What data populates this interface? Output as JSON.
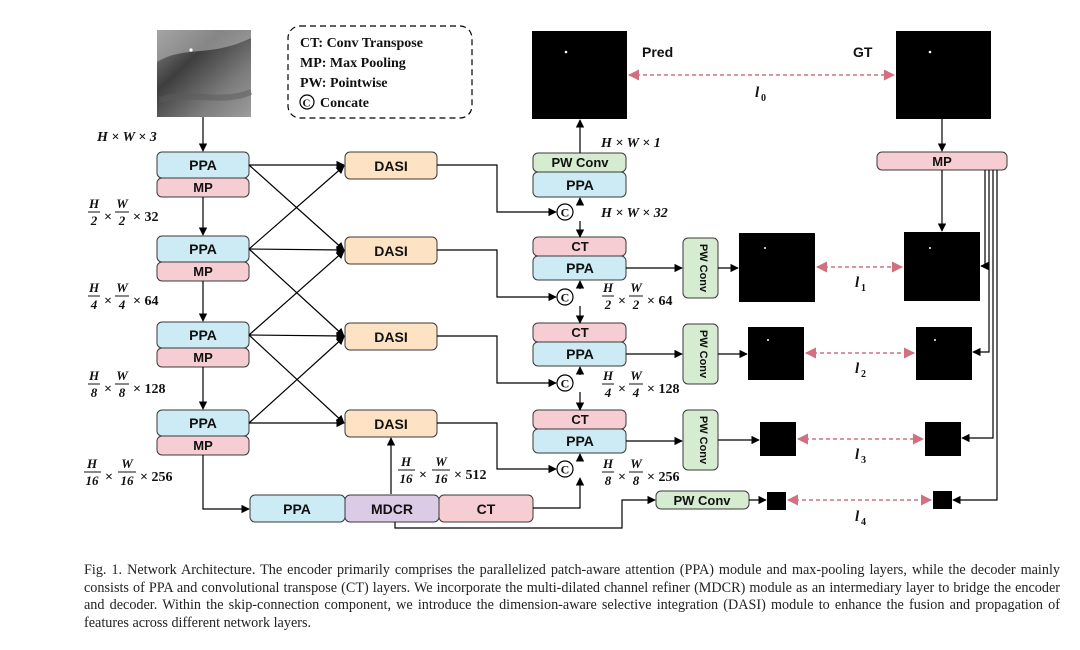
{
  "legend": {
    "ct": "CT: Conv Transpose",
    "mp": "MP: Max Pooling",
    "pw": "PW: Pointwise",
    "concat_symbol": "C",
    "concat": "Concate"
  },
  "blocks": {
    "ppa": "PPA",
    "mp": "MP",
    "dasi": "DASI",
    "mdcr": "MDCR",
    "ct": "CT",
    "pw_conv": "PW Conv",
    "pw_conv_vertical": "PW Conv",
    "concat": "C"
  },
  "labels": {
    "pred": "Pred",
    "gt": "GT"
  },
  "losses": [
    {
      "base": "l",
      "sub": "0"
    },
    {
      "base": "l",
      "sub": "1"
    },
    {
      "base": "l",
      "sub": "2"
    },
    {
      "base": "l",
      "sub": "3"
    },
    {
      "base": "l",
      "sub": "4"
    }
  ],
  "dims": {
    "input": "H × W × 3",
    "out1": "H × W × 1",
    "dec32": "H × W × 32",
    "enc": [
      {
        "n1": "H",
        "d1": "2",
        "n2": "W",
        "d2": "2",
        "c": "× 32"
      },
      {
        "n1": "H",
        "d1": "4",
        "n2": "W",
        "d2": "4",
        "c": "× 64"
      },
      {
        "n1": "H",
        "d1": "8",
        "n2": "W",
        "d2": "8",
        "c": "× 128"
      },
      {
        "n1": "H",
        "d1": "16",
        "n2": "W",
        "d2": "16",
        "c": "× 256"
      }
    ],
    "dec": [
      {
        "n1": "H",
        "d1": "2",
        "n2": "W",
        "d2": "2",
        "c": "× 64"
      },
      {
        "n1": "H",
        "d1": "4",
        "n2": "W",
        "d2": "4",
        "c": "× 128"
      },
      {
        "n1": "H",
        "d1": "8",
        "n2": "W",
        "d2": "8",
        "c": "× 256"
      }
    ],
    "mid": {
      "n1": "H",
      "d1": "16",
      "n2": "W",
      "d2": "16",
      "c": "× 512"
    }
  },
  "colors": {
    "ppa": "#cdebf4",
    "mp": "#f6cdd3",
    "dasi": "#fde3c3",
    "mdcr": "#dccbe6",
    "ct": "#f6cdd3",
    "pw": "#d5ecd0",
    "loss_arrow": "#d07080"
  },
  "caption": "Fig. 1.  Network Architecture. The encoder primarily comprises the parallelized patch-aware attention (PPA) module and max-pooling layers, while the decoder mainly consists of PPA and convolutional transpose (CT) layers. We incorporate the multi-dilated channel refiner (MDCR) module as an intermediary layer to bridge the encoder and decoder. Within the skip-connection component, we introduce the dimension-aware selective integration (DASI) module to enhance the fusion and propagation of features across different network layers."
}
